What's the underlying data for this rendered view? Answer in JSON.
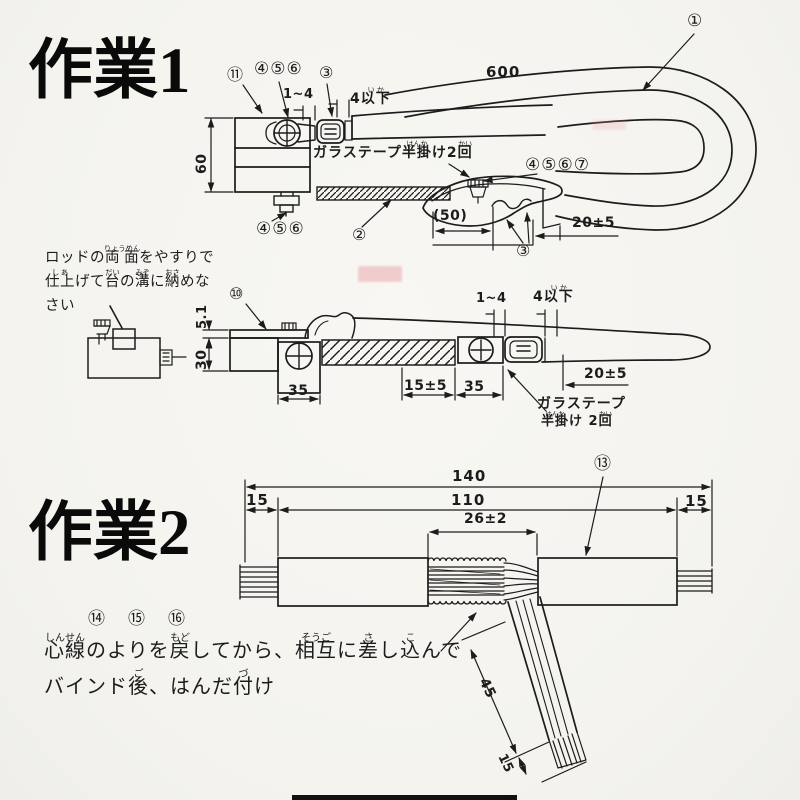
{
  "paper": {
    "bg": "#f5f4ef",
    "ink": "#1c1c1c",
    "accent_smudge": "#e89aa0"
  },
  "work1": {
    "title": "作業1",
    "callouts": {
      "c1": "①",
      "c2": "②",
      "c3_top": "③",
      "c3_bottom": "③",
      "c456_top": "④⑤⑥",
      "c456_bottom": "④⑤⑥",
      "c4567": "④⑤⑥⑦",
      "c10": "⑩",
      "c11": "⑪"
    },
    "dims": {
      "d600": "600",
      "d60": "60",
      "d1_4_top": "1~4",
      "d50": "(50)",
      "d20pm5_top": "20±5",
      "d5_1": "5.1",
      "d30": "30",
      "d35_left": "35",
      "d15pm5": "15±5",
      "d35_right": "35",
      "d1_4_side": "1~4",
      "d20pm5_side": "20±5"
    },
    "ruby": {
      "ika_top": [
        {
          "t": "4"
        },
        {
          "b": "以下",
          "r": "い か"
        }
      ],
      "ika_side": [
        {
          "t": "4"
        },
        {
          "b": "以下",
          "r": "い か"
        }
      ],
      "glass_tape_top": [
        {
          "t": "ガラステープ"
        },
        {
          "b": "半掛",
          "r": "はんか"
        },
        {
          "t": "け2"
        },
        {
          "b": "回",
          "r": "かい"
        }
      ],
      "glass_tape_side_l1": [
        {
          "t": "ガラステープ"
        }
      ],
      "glass_tape_side_l2": [
        {
          "b": "半掛",
          "r": "はんか"
        },
        {
          "t": "け 2"
        },
        {
          "b": "回",
          "r": "かい"
        }
      ],
      "note_l1": [
        {
          "t": "ロッドの"
        },
        {
          "b": "両 面",
          "r": "りょうめん"
        },
        {
          "t": "をやすりで"
        }
      ],
      "note_l2": [
        {
          "b": "仕上",
          "r": "し あ"
        },
        {
          "t": "げて"
        },
        {
          "b": "台",
          "r": "だい"
        },
        {
          "t": "の"
        },
        {
          "b": "溝",
          "r": "みぞ"
        },
        {
          "t": "に"
        },
        {
          "b": "納",
          "r": "おさ"
        },
        {
          "t": "めな"
        }
      ],
      "note_l3": [
        {
          "t": "さい"
        }
      ]
    }
  },
  "work2": {
    "title": "作業2",
    "callouts": {
      "c13": "⑬",
      "c14": "⑭",
      "c15": "⑮",
      "c16": "⑯"
    },
    "dims": {
      "d140": "140",
      "d110": "110",
      "d15_left": "15",
      "d15_right": "15",
      "d26pm2": "26±2",
      "d45": "45",
      "d15_branch": "15"
    },
    "ruby": {
      "note_l1": [
        {
          "b": "心線",
          "r": "しんせん"
        },
        {
          "t": "のよりを"
        },
        {
          "b": "戻",
          "r": "もど"
        },
        {
          "t": "してから、"
        },
        {
          "b": "相互",
          "r": "そうご"
        },
        {
          "t": "に"
        },
        {
          "b": "差",
          "r": "さ"
        },
        {
          "t": "し"
        },
        {
          "b": "込",
          "r": "こ"
        },
        {
          "t": "んで"
        }
      ],
      "note_l2": [
        {
          "t": "バインド"
        },
        {
          "b": "後",
          "r": "ご"
        },
        {
          "t": "、はんだ"
        },
        {
          "b": "付",
          "r": "づ"
        },
        {
          "t": "け"
        }
      ]
    }
  }
}
